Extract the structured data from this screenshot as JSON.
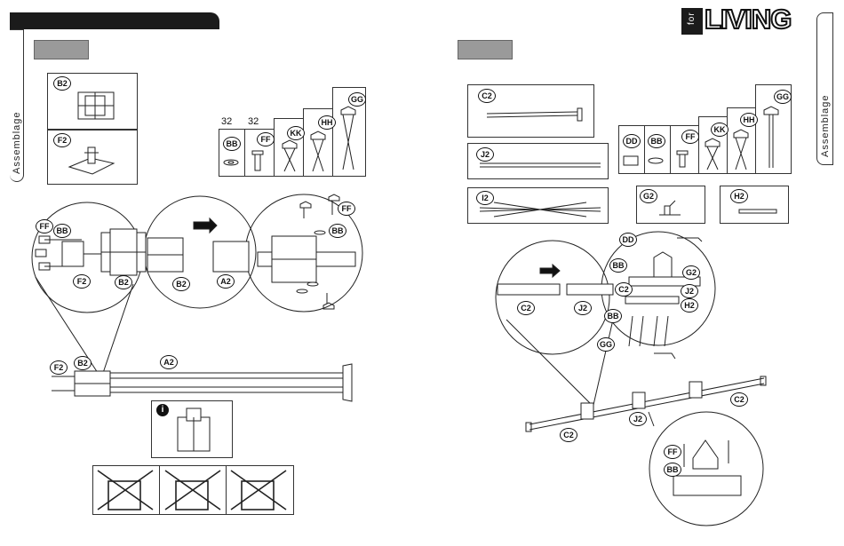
{
  "header": {
    "brand_prefix": "for",
    "brand_name": "LIVING",
    "side_label": "Assemblage"
  },
  "left_page": {
    "parts": {
      "b2": "B2",
      "f2": "F2",
      "bb": "BB",
      "ff": "FF",
      "kk": "KK",
      "hh": "HH",
      "gg": "GG",
      "a2": "A2"
    },
    "hardware_dims": [
      "32",
      "32"
    ],
    "info_icon": "i"
  },
  "right_page": {
    "parts": {
      "c2": "C2",
      "j2": "J2",
      "i2": "I2",
      "dd": "DD",
      "bb": "BB",
      "ff": "FF",
      "kk": "KK",
      "hh": "HH",
      "gg": "GG",
      "g2": "G2",
      "h2": "H2"
    }
  }
}
